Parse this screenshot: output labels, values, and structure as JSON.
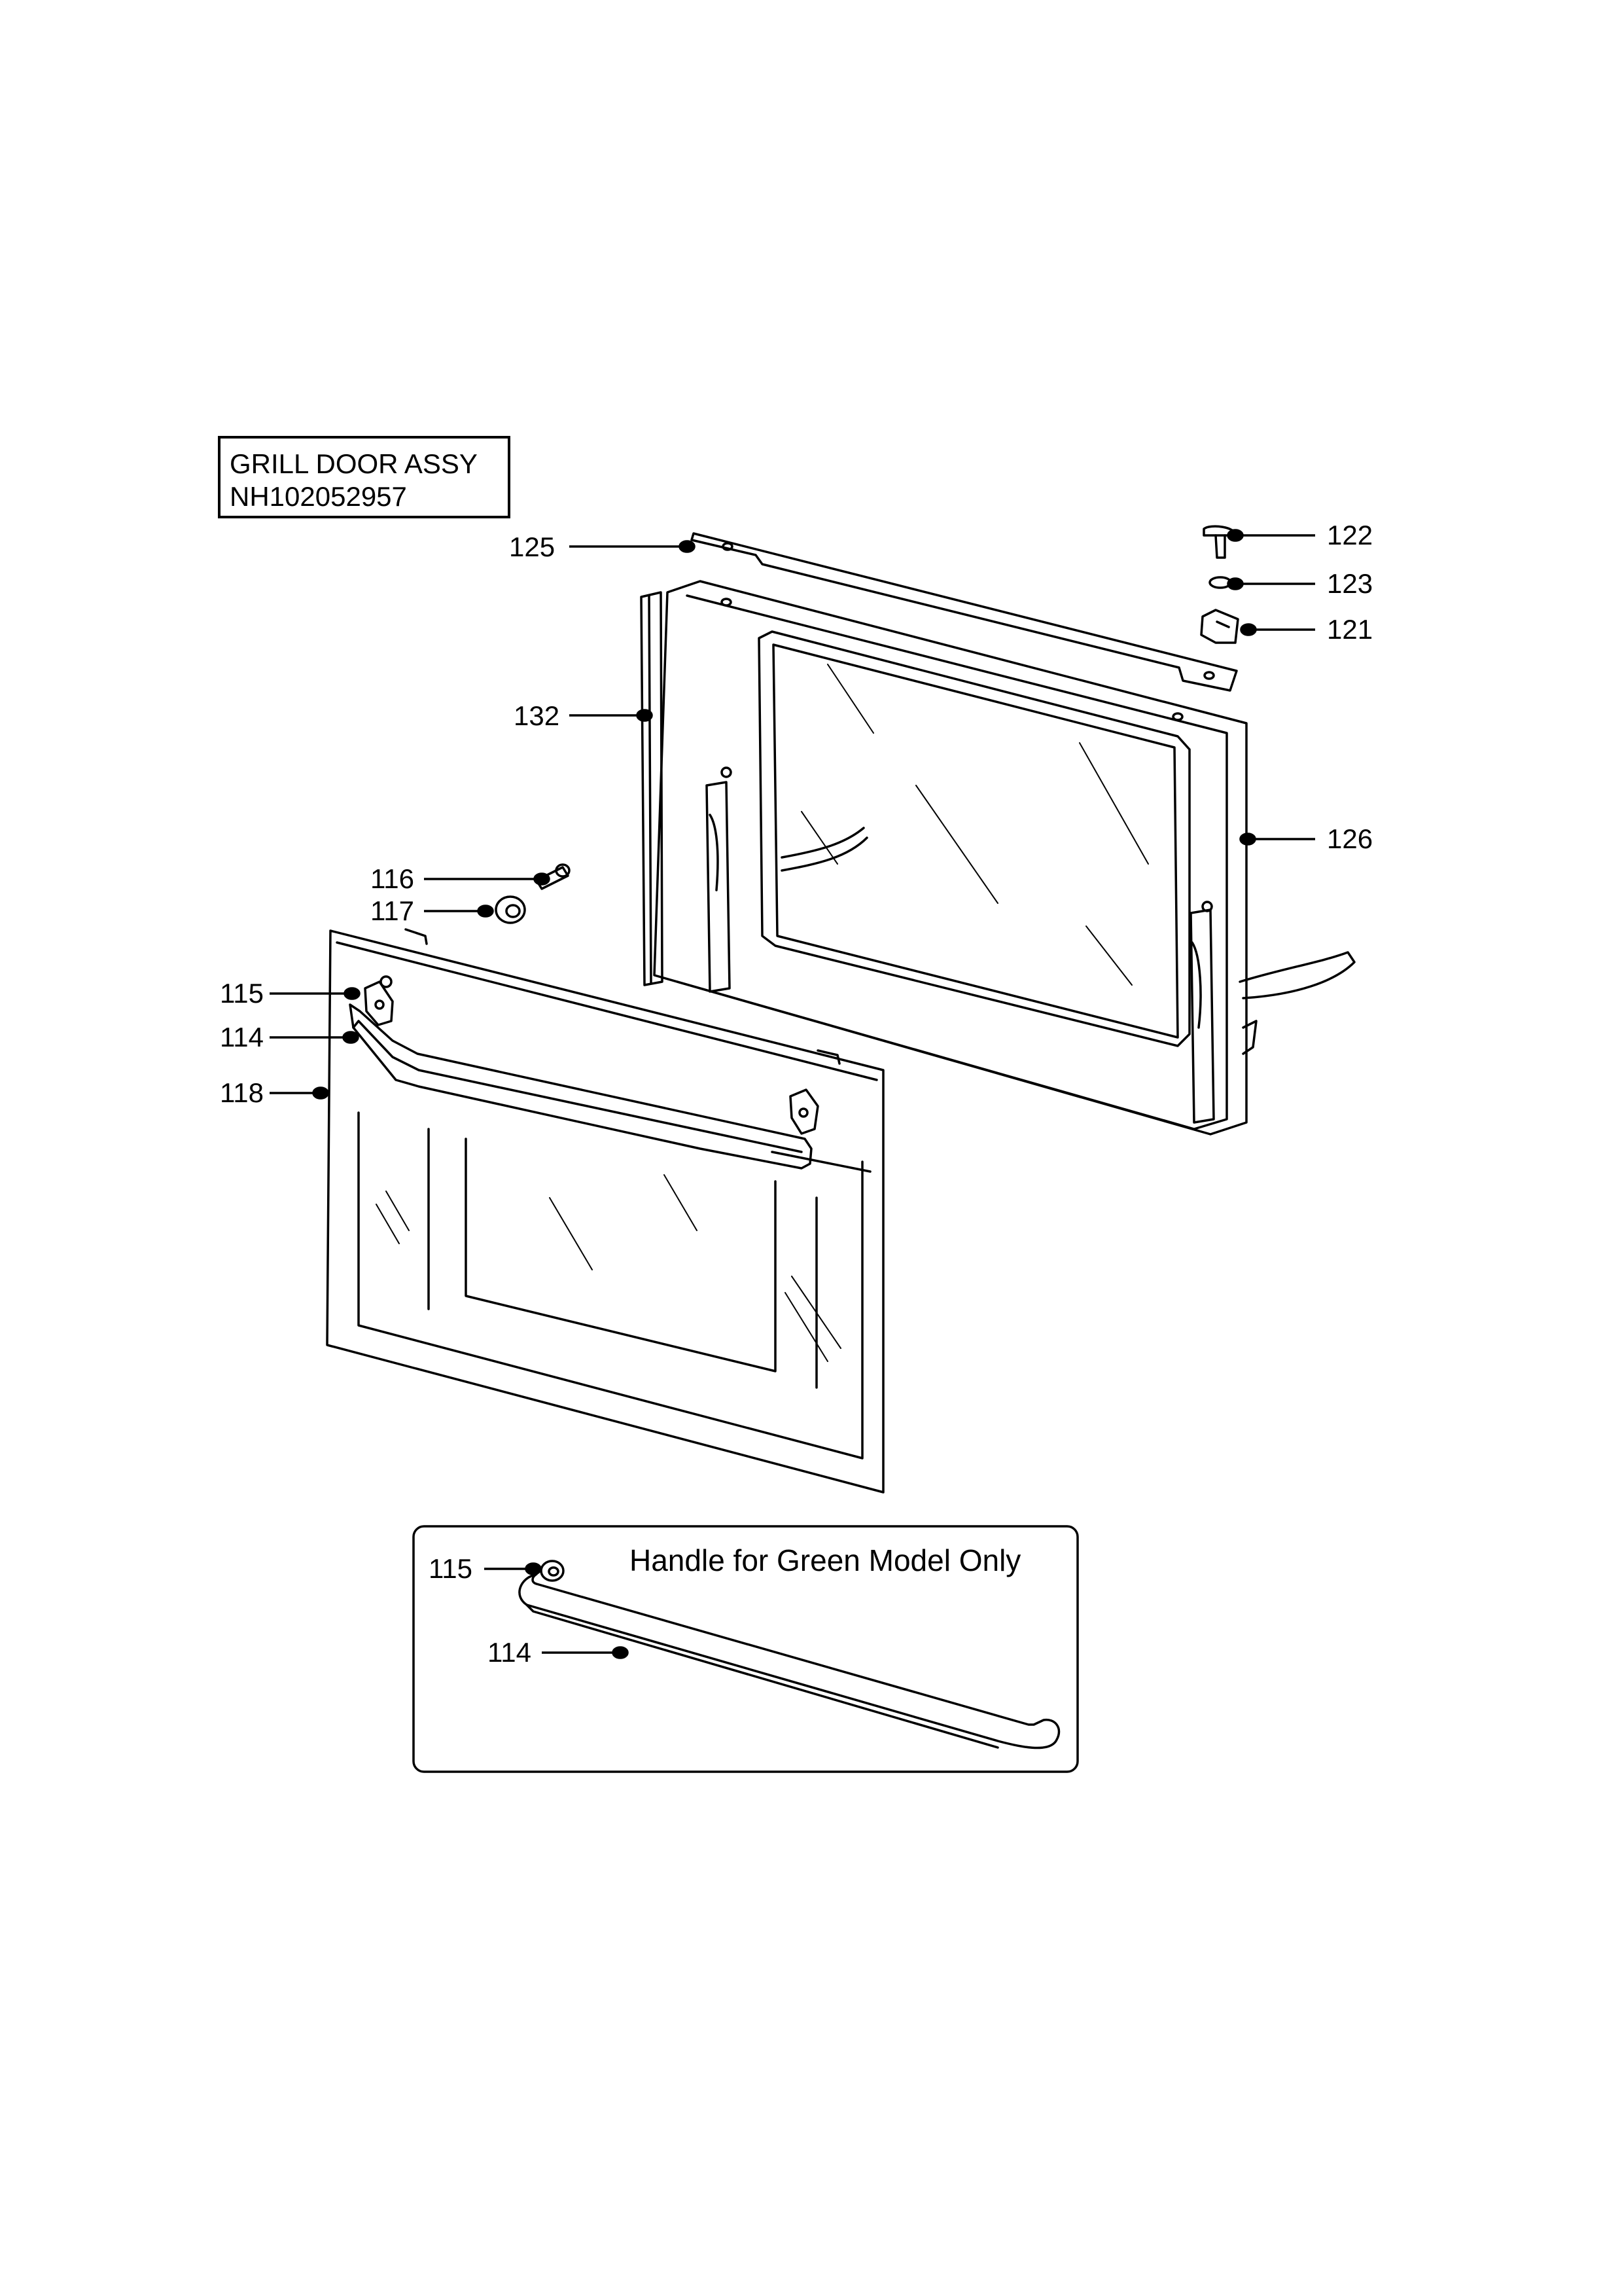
{
  "title": {
    "line1": "GRILL DOOR ASSY",
    "line2": "NH102052957"
  },
  "inset": {
    "caption": "Handle for Green Model Only"
  },
  "callouts": {
    "p125": "125",
    "p122": "122",
    "p123": "123",
    "p121": "121",
    "p132": "132",
    "p126": "126",
    "p116": "116",
    "p117": "117",
    "p115": "115",
    "p114": "114",
    "p118": "118",
    "p115b": "115",
    "p114b": "114"
  }
}
